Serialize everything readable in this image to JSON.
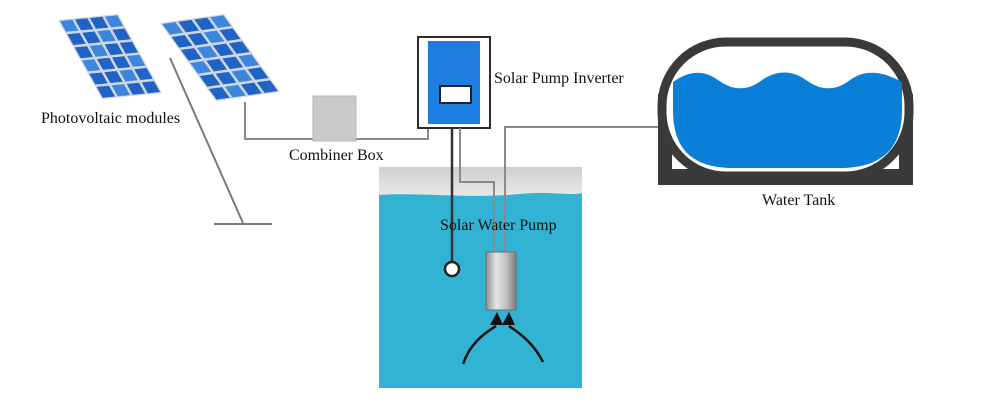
{
  "labels": {
    "pv_modules": "Photovoltaic modules",
    "combiner_box": "Combiner Box",
    "inverter": "Solar Pump Inverter",
    "water_pump": "Solar Water Pump",
    "water_tank": "Water Tank"
  },
  "colors": {
    "panel_cell": "#1f63c6",
    "panel_cell_light": "#3c86e0",
    "panel_frame": "#cfd6e2",
    "water": "#33b3d3",
    "tank_water": "#0a7fd8",
    "tank_frame": "#3a3a3a",
    "inverter_body": "#1d7ee0",
    "pipe": "#8a8a8a",
    "cable": "#333333",
    "ground": "#d3d3d3",
    "box": "#c9c9c9"
  }
}
